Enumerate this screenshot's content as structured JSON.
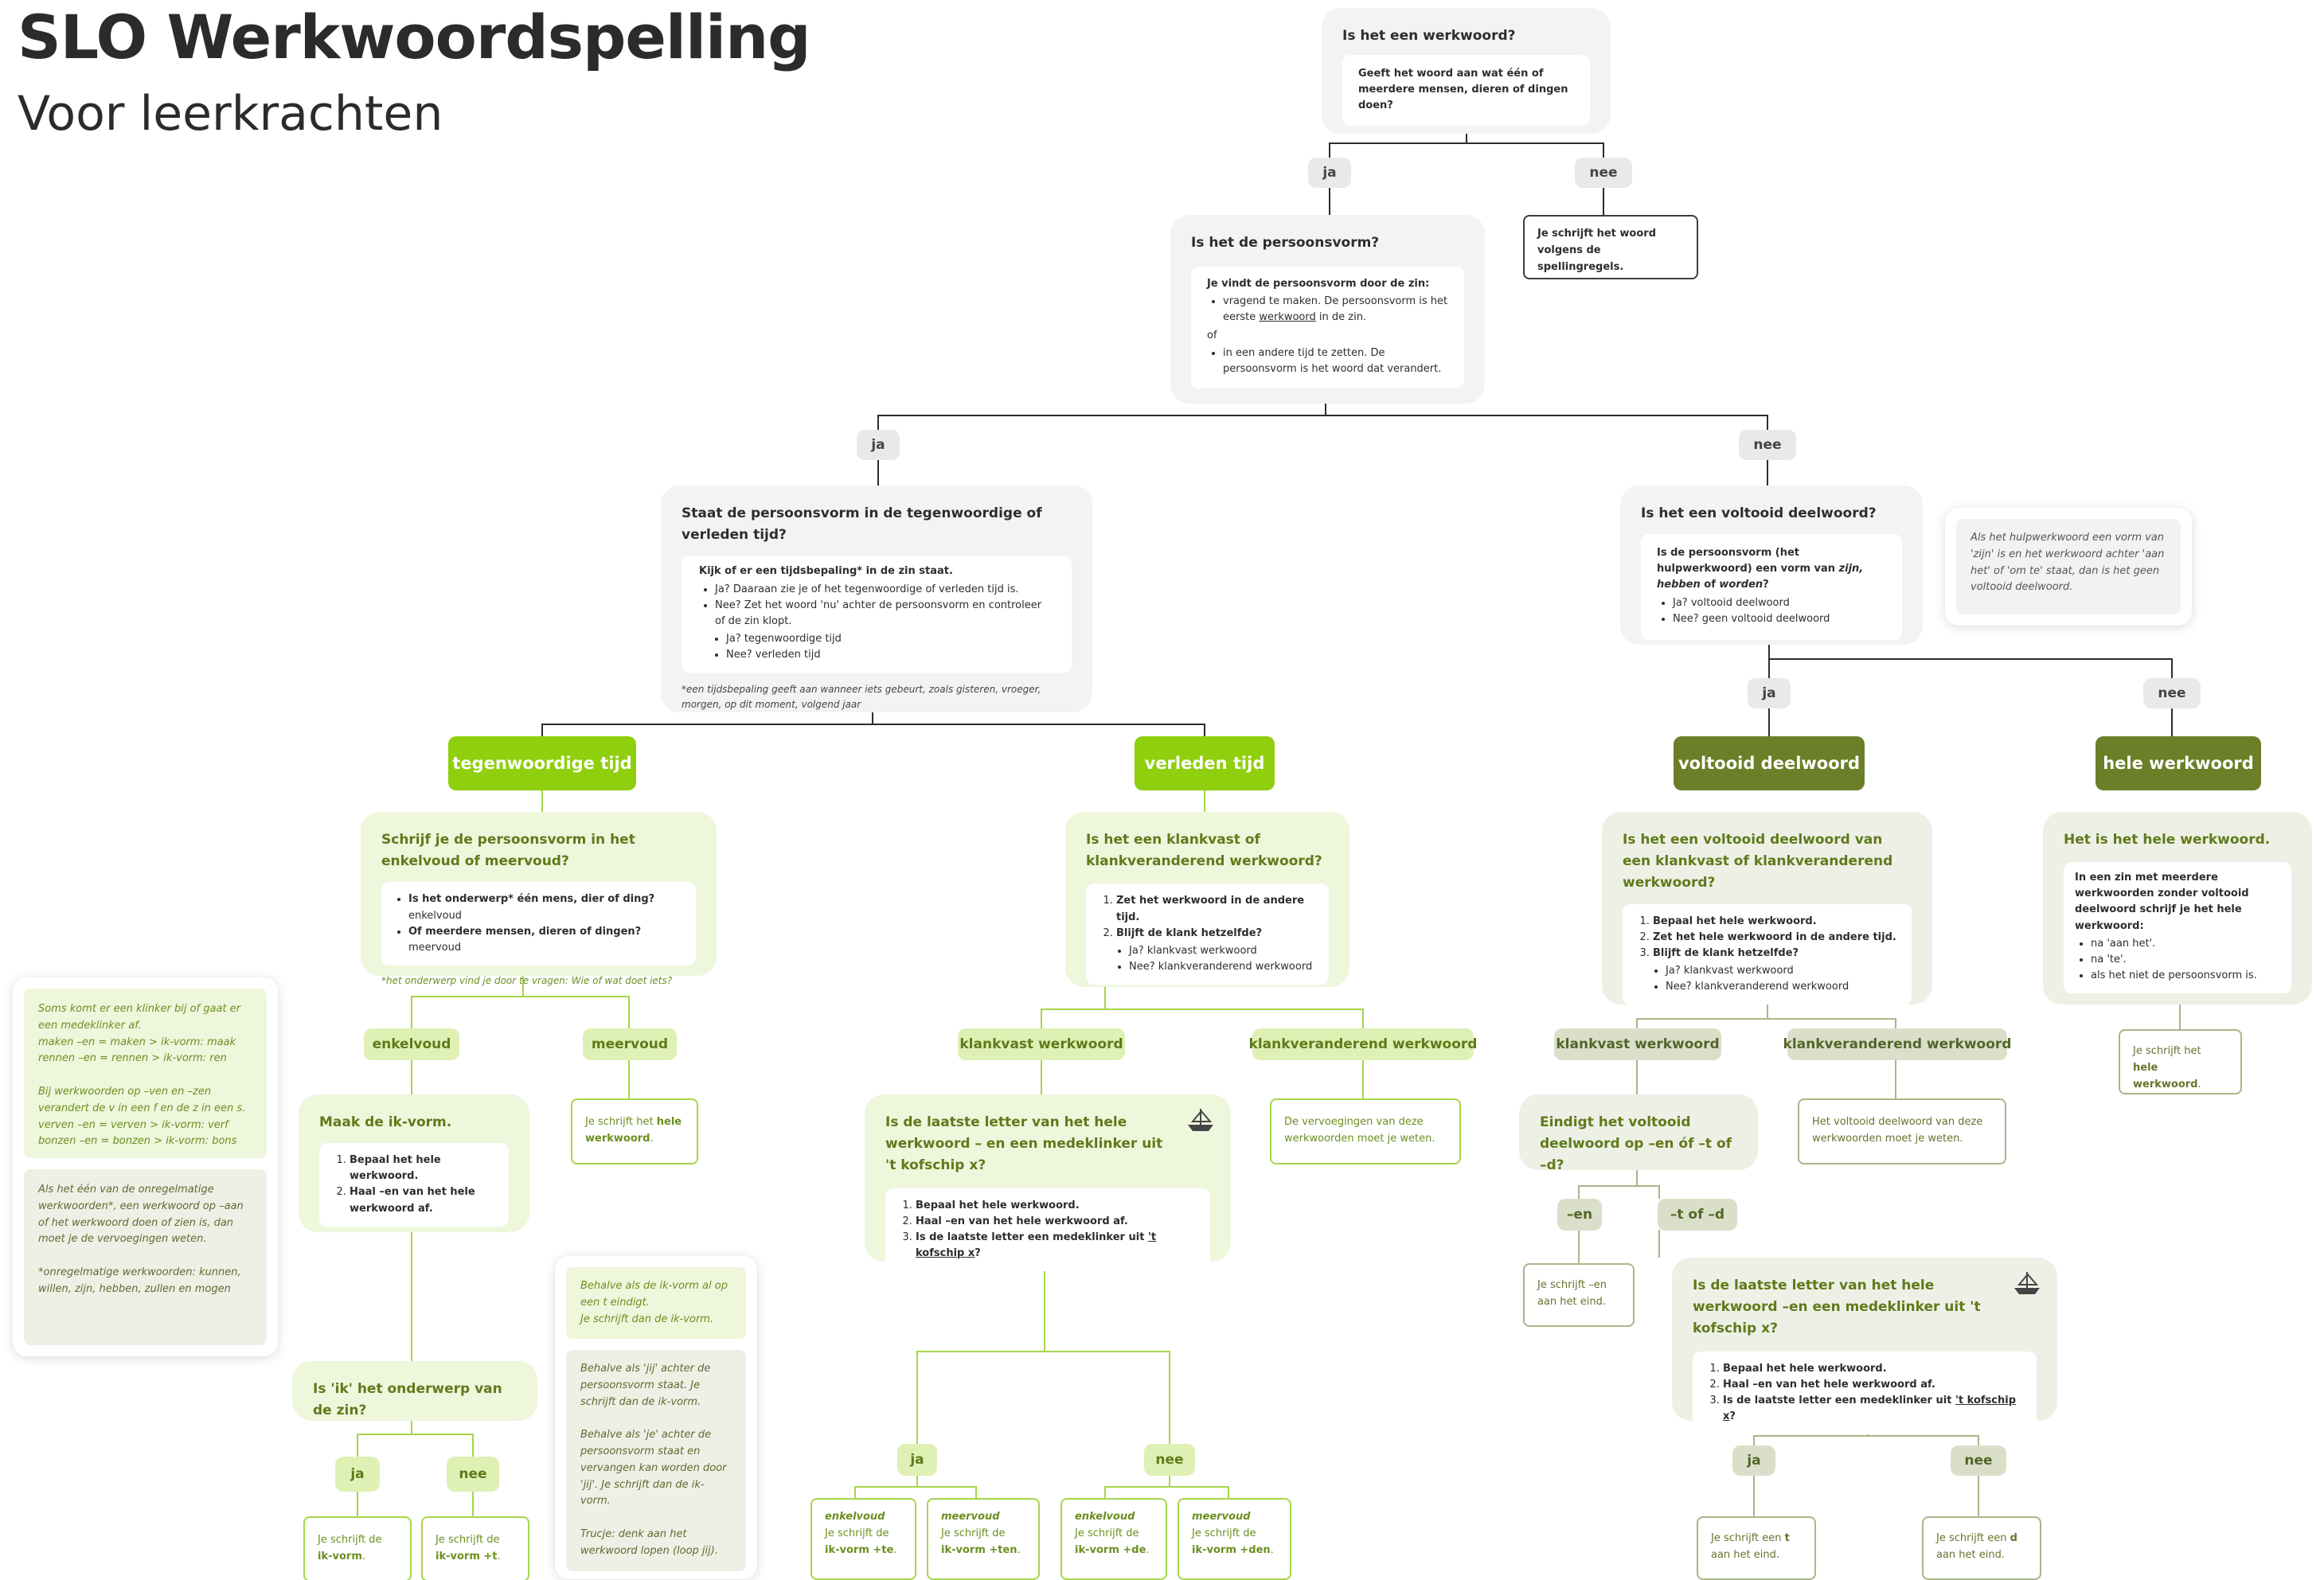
{
  "title": "SLO Werkwoordspelling",
  "subtitle": "Voor leerkrachten",
  "colors": {
    "bright_green": "#8fcf0d",
    "dark_olive": "#6b7f28",
    "light_green": "#eef6dc",
    "light_olive": "#eef0e6",
    "gray_panel": "#f3f3f3",
    "line_dark": "#2d2d2d",
    "line_green": "#a6d64a",
    "line_olive": "#aab58a"
  },
  "icons": {
    "ship": "kofschip-icon"
  },
  "q1": {
    "question": "Is het een werkwoord?",
    "detail": "Geeft het woord aan wat één of meerdere mensen, dieren of dingen doen?"
  },
  "q1_ja": "ja",
  "q1_nee": "nee",
  "q1_nee_result": "Je schrijft het woord volgens de spellingregels.",
  "q2": {
    "question": "Is het de persoonsvorm?",
    "intro": "Je vindt de persoonsvorm door de zin:",
    "item1a": "vragend te maken. De persoonsvorm is het eerste ",
    "item1b": "werkwoord",
    "item1c": " in de zin.",
    "of": "of",
    "item2": "in een andere tijd te zetten. De persoonsvorm is het woord dat verandert."
  },
  "q2_ja": "ja",
  "q2_nee": "nee",
  "q3": {
    "question": "Staat de persoonsvorm in de tegenwoordige of verleden tijd?",
    "intro": "Kijk of er een tijdsbepaling* in de zin staat.",
    "item1": "Ja? Daaraan zie je of het tegenwoordige of verleden tijd is.",
    "item2": "Nee? Zet het woord 'nu' achter de persoonsvorm en controleer of de zin klopt.",
    "sub1": "Ja? tegenwoordige tijd",
    "sub2": "Nee? verleden tijd",
    "footnote": "*een tijdsbepaling geeft aan wanneer iets gebeurt, zoals gisteren, vroeger, morgen, op dit moment, volgend jaar"
  },
  "q4": {
    "question": "Is het een voltooid deelwoord?",
    "intro_a": "Is de persoonsvorm (het hulpwerkwoord) een vorm van ",
    "intro_b": "zijn, hebben",
    "intro_c": " of ",
    "intro_d": "worden",
    "intro_e": "?",
    "item1": "Ja? voltooid deelwoord",
    "item2": "Nee? geen voltooid deelwoord"
  },
  "q4_note": "Als het hulpwerkwoord een vorm van 'zijn' is en het werkwoord achter 'aan het' of 'om te' staat, dan is het geen voltooid deelwoord.",
  "q4_ja": "ja",
  "q4_nee": "nee",
  "cat_tt": "tegenwoordige tijd",
  "cat_vt": "verleden tijd",
  "cat_vd": "voltooid deelwoord",
  "cat_hw": "hele werkwoord",
  "tt": {
    "question": "Schrijf je de persoonsvorm in het enkelvoud of meervoud?",
    "item1_b": "Is het onderwerp* één mens, dier of ding?",
    "item1_n": " enkelvoud",
    "item2_b": "Of meerdere mensen, dieren of dingen?",
    "item2_n": " meervoud",
    "footnote": "*het onderwerp vind je door te vragen: Wie of wat doet iets?",
    "enkelvoud": "enkelvoud",
    "meervoud": "meervoud",
    "meervoud_result_a": "Je schrijft het ",
    "meervoud_result_b": "hele werkwoord",
    "meervoud_result_c": ".",
    "ik_question": "Maak de ik-vorm.",
    "ik_item1": "Bepaal het hele werkwoord.",
    "ik_item2": "Haal –en van het hele werkwoord af.",
    "onderwerp_question": "Is 'ik' het onderwerp van de zin?",
    "ja": "ja",
    "nee": "nee",
    "ja_result_a": "Je schrijft de",
    "ja_result_b": "ik-vorm",
    "ja_result_c": ".",
    "nee_result_a": "Je schrijft de",
    "nee_result_b": "ik-vorm +t",
    "nee_result_c": "."
  },
  "left_note1": "Soms komt er een klinker bij of gaat er een medeklinker af.\nmaken –en = maken > ik-vorm: maak\nrennen –en = rennen > ik-vorm: ren\n\nBij werkwoorden op –ven en –zen verandert de v in een f en de z in een s.\nverven –en = verven > ik-vorm: verf\nbonzen –en = bonzen > ik-vorm: bons",
  "left_note2": "Als het één van de onregelmatige werkwoorden*, een werkwoord op –aan of het werkwoord doen of zien is, dan moet je de vervoegingen weten.\n\n*onregelmatige werkwoorden: kunnen, willen, zijn, hebben, zullen en mogen",
  "mid_note1": "Behalve als de ik-vorm al op een t eindigt.\nJe schrijft dan de ik-vorm.",
  "mid_note2": "Behalve als 'jij' achter de persoonsvorm staat. Je schrijft dan de ik-vorm.\n\nBehalve als 'je' achter de persoonsvorm staat en vervangen kan worden door 'jij'. Je schrijft dan de ik-vorm.\n\nTrucje: denk aan het werkwoord lopen (loop jij).",
  "vt": {
    "question": "Is het een klankvast of klankveranderend werkwoord?",
    "item1": "Zet het werkwoord in de andere tijd.",
    "item2": "Blijft de klank hetzelfde?",
    "sub1": "Ja? klankvast werkwoord",
    "sub2": "Nee? klankveranderend werkwoord",
    "klankvast": "klankvast werkwoord",
    "klankveranderend": "klankveranderend werkwoord",
    "kv_result": "De vervoegingen van deze werkwoorden moet je weten.",
    "kofschip_question": "Is de laatste letter van het hele werkwoord – en een medeklinker uit 't kofschip x?",
    "k_item1": "Bepaal het hele werkwoord.",
    "k_item2": "Haal –en van het hele werkwoord af.",
    "k_item3a": "Is de laatste letter een medeklinker uit ",
    "k_item3b": "'t kofschip x",
    "k_item3c": "?",
    "ja": "ja",
    "nee": "nee",
    "r1_head": "enkelvoud",
    "r1_a": "Je schrijft de",
    "r1_b": "ik-vorm +te",
    "r2_head": "meervoud",
    "r2_a": "Je schrijft de",
    "r2_b": "ik-vorm +ten",
    "r3_head": "enkelvoud",
    "r3_a": "Je schrijft de",
    "r3_b": "ik-vorm +de",
    "r4_head": "meervoud",
    "r4_a": "Je schrijft de",
    "r4_b": "ik-vorm +den"
  },
  "vd": {
    "question": "Is het een voltooid deelwoord van een klankvast of klankveranderend werkwoord?",
    "item1": "Bepaal het hele werkwoord.",
    "item2": "Zet het hele werkwoord in de andere tijd.",
    "item3": "Blijft de klank hetzelfde?",
    "sub1": "Ja? klankvast werkwoord",
    "sub2": "Nee? klankveranderend werkwoord",
    "klankvast": "klankvast werkwoord",
    "klankveranderend": "klankveranderend werkwoord",
    "kv_result": "Het voltooid deelwoord van deze werkwoorden moet je weten.",
    "eindigt_question": "Eindigt het voltooid deelwoord op –en óf –t of –d?",
    "en": "–en",
    "td": "–t of –d",
    "en_result": "Je schrijft –en aan het eind.",
    "kofschip_question": "Is de laatste letter van het hele werkwoord –en een medeklinker uit 't kofschip x?",
    "k_item1": "Bepaal het hele werkwoord.",
    "k_item2": "Haal –en van het hele werkwoord af.",
    "k_item3a": "Is de laatste letter een medeklinker uit ",
    "k_item3b": "'t kofschip x",
    "k_item3c": "?",
    "ja": "ja",
    "nee": "nee",
    "t_result_a": "Je schrijft een ",
    "t_result_b": "t",
    "t_result_c": " aan het eind.",
    "d_result_a": "Je schrijft een ",
    "d_result_b": "d",
    "d_result_c": " aan het eind."
  },
  "hw": {
    "question": "Het is het hele werkwoord.",
    "intro": "In een zin met meerdere werkwoorden zonder voltooid deelwoord schrijf je het hele werkwoord:",
    "item1": "na 'aan het'.",
    "item2": "na 'te'.",
    "item3": "als het niet de persoonsvorm is.",
    "result_a": "Je schrijft het",
    "result_b": "hele werkwoord",
    "result_c": "."
  }
}
